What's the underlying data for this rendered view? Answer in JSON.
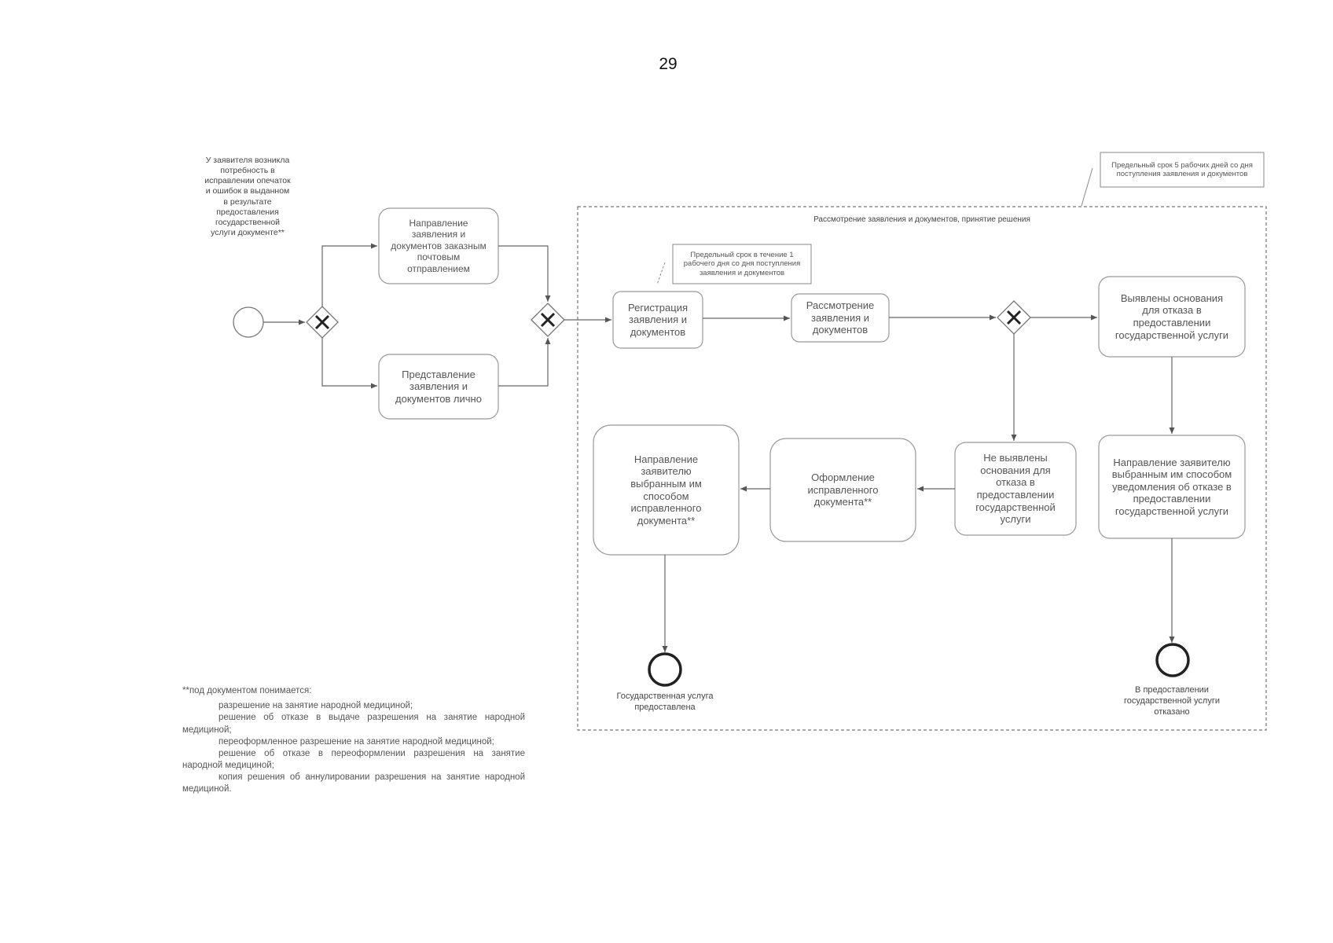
{
  "page": {
    "number": "29"
  },
  "diagram": {
    "start_label": "У заявителя возникла потребность в исправлении опечаток и ошибок в выданном в результате предоставления государственной услуги документе**",
    "tasks": {
      "mail": "Направление заявления и документов заказным почтовым отправлением",
      "personal": "Представление заявления и документов лично",
      "register": "Регистрация заявления и документов",
      "review": "Рассмотрение заявления и документов",
      "grounds_found": "Выявлены основания для отказа в предоставлении государственной услуги",
      "send_refusal": "Направление заявителю выбранным им способом уведомления об отказе в предоставлении государственной услуги",
      "grounds_not_found": "Не выявлены основания для отказа в предоставлении государственной услуги",
      "prepare_doc": "Оформление исправленного документа**",
      "send_doc": "Направление заявителю выбранным им способом исправленного документа**"
    },
    "group_title": "Рассмотрение заявления и документов, принятие решения",
    "notes": {
      "registration_term": "Предельный срок в течение 1 рабочего дня со дня поступления заявления и документов",
      "overall_term": "Предельный срок 5 рабочих дней со дня поступления заявления и документов"
    },
    "end_labels": {
      "provided": "Государственная услуга предоставлена",
      "refused": "В предоставлении государственной услуги отказано"
    }
  },
  "footnote": {
    "title": "**под документом понимается:",
    "items": [
      "разрешение на занятие народной медициной;",
      "решение об отказе в выдаче разрешения на занятие народной медициной;",
      "переоформленное разрешение на занятие народной медициной;",
      "решение об отказе в переоформлении разрешения на занятие народной медициной;",
      "копия решения об аннулировании разрешения на занятие народной медициной."
    ]
  },
  "colors": {
    "line": "#666666",
    "box_border": "#8a8a8a",
    "text": "#555555"
  }
}
